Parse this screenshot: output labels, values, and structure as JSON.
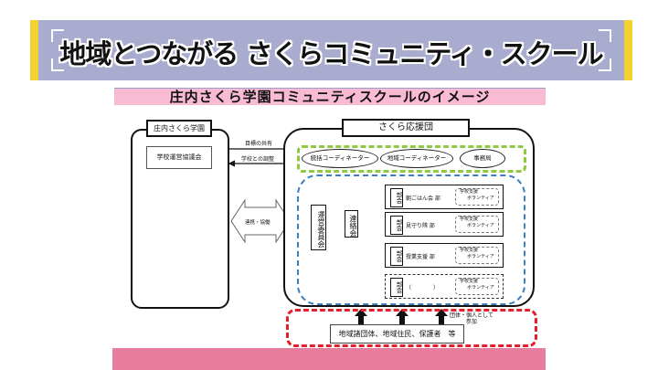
{
  "banner": {
    "title": "地域とつながる さくらコミュニティ・スクール",
    "colors": {
      "background": "#a9abcf",
      "side_bars": "#f2d230"
    }
  },
  "subtitle": {
    "text": "庄内さくら学園コミュニティスクールのイメージ",
    "color": "#f9bad3"
  },
  "diagram": {
    "school": {
      "label": "庄内さくら学園",
      "council": "学校運営協議会"
    },
    "links": {
      "shared_goals": "目標の共有",
      "coordination": "学校との調整",
      "cooperation": "連携・協働"
    },
    "support_group": {
      "label": "さくら応援団",
      "coordinators": [
        {
          "label": "統括コーディネーター"
        },
        {
          "label": "地域コーディネーター"
        },
        {
          "label": "事務局"
        }
      ],
      "steering_committee": "運営委員会",
      "liaison_council": "連絡会",
      "departments": [
        {
          "tag": "部会",
          "name": "朝ごはん会 部",
          "volunteer": [
            "学校支援",
            "ボランティア"
          ],
          "dashed": false
        },
        {
          "tag": "部会",
          "name": "見守り隊 部",
          "volunteer": [
            "学校支援",
            "ボランティア"
          ],
          "dashed": false
        },
        {
          "tag": "部会",
          "name": "授業支援 部",
          "volunteer": [
            "学校支援",
            "ボランティア"
          ],
          "dashed": false
        },
        {
          "tag": "部会",
          "name": "（　　　　）",
          "volunteer": [
            "学校支援",
            "ボランティア"
          ],
          "dashed": true
        }
      ]
    },
    "community": {
      "label": "地域諸団体、地域住民、保護者　等",
      "participation_note": [
        "団体・個人として",
        "参加"
      ]
    },
    "group_colors": {
      "coordinators": "#8fc93f",
      "committee": "#3a7fc0",
      "community": "#e41e2b"
    }
  },
  "footer": {
    "color": "#e77d9d"
  }
}
